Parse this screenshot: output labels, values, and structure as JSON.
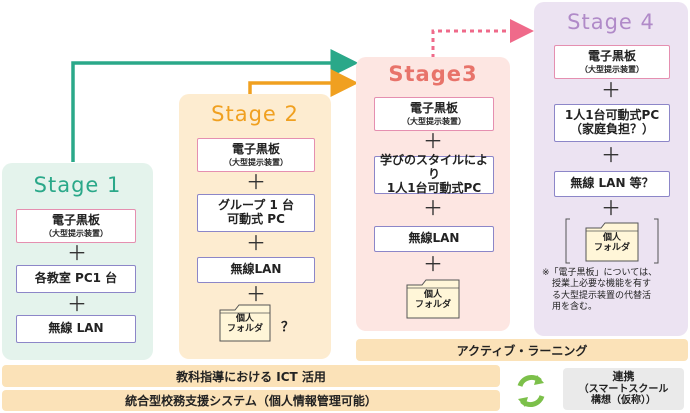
{
  "stage1": {
    "title": "Stage 1",
    "items": [
      {
        "main": "電子黒板",
        "sub": "（大型提示装置）"
      },
      {
        "main": "各教室 PC1 台"
      },
      {
        "main": "無線 LAN"
      }
    ]
  },
  "stage2": {
    "title": "Stage 2",
    "items": [
      {
        "main": "電子黒板",
        "sub": "（大型提示装置）"
      },
      {
        "main": "グループ 1 台",
        "main2": "可動式 PC"
      },
      {
        "main": "無線LAN"
      }
    ],
    "folder": {
      "line1": "個人",
      "line2": "フォルダ"
    },
    "question": "？"
  },
  "stage3": {
    "title": "Stage3",
    "items": [
      {
        "main": "電子黒板",
        "sub": "（大型提示装置）"
      },
      {
        "main": "学びのスタイルにより",
        "main2": "1人1台可動式PC"
      },
      {
        "main": "無線LAN"
      }
    ],
    "folder": {
      "line1": "個人",
      "line2": "フォルダ"
    }
  },
  "stage4": {
    "title": "Stage 4",
    "items": [
      {
        "main": "電子黒板",
        "sub": "（大型提示装置）"
      },
      {
        "main": "1人1台可動式PC",
        "main2": "（家庭負担？）"
      },
      {
        "main": "無線 LAN 等？"
      }
    ],
    "folder": {
      "line1": "個人",
      "line2": "フォルダ"
    },
    "note": [
      "※「電子黒板」については、",
      "授業上必要な機能を有す",
      "る大型提示装置の代替活",
      "用を含む。"
    ]
  },
  "plus_sign": "＋",
  "bars": {
    "active_learning": "アクティブ・ラーニング",
    "ict": "教科指導における ICT 活用",
    "system": "統合型校務支援システム（個人情報管理可能）"
  },
  "link_box": {
    "line1": "連携",
    "line2": "（スマートスクール",
    "line3": "構想（仮称））"
  },
  "colors": {
    "stage1_bg": "#e4f3ec",
    "stage1_accent": "#2aa889",
    "stage2_bg": "#fdecd0",
    "stage2_accent": "#f0a020",
    "stage3_bg": "#fde6e2",
    "stage3_accent": "#e8736a",
    "stage4_bg": "#ece3f2",
    "stage4_accent": "#b08ac8",
    "box_border_pink": "#e58fb0",
    "box_border_purple": "#8c86c8",
    "bar_bg": "#fbe2b8",
    "link_green": "#7cc04a"
  }
}
